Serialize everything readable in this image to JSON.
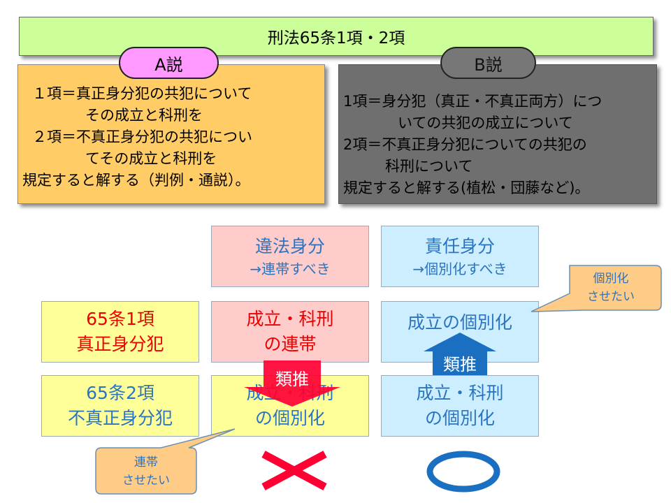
{
  "title": "刑法65条1項・2項",
  "opinion_a": {
    "badge": "A説",
    "lines": [
      "１項＝真正身分犯の共犯について",
      "その成立と科刑を",
      "２項＝不真正身分犯の共犯につい",
      "てその成立と科刑を",
      "規定すると解する（判例・通説）。"
    ]
  },
  "opinion_b": {
    "badge": "B説",
    "lines": [
      "1項＝身分犯（真正・不真正両方）につ",
      "いての共犯の成立について",
      "2項＝不真正身分犯についての共犯の",
      "科刑について",
      "規定すると解する(植松・団藤など)。"
    ]
  },
  "grid": {
    "illegal_status": {
      "main": "違法身分",
      "sub": "→連帯すべき"
    },
    "responsibility_status": {
      "main": "責任身分",
      "sub": "→個別化すべき"
    },
    "art65_1": {
      "line1": "65条1項",
      "line2": "真正身分犯"
    },
    "art65_2": {
      "line1": "65条2項",
      "line2": "不真正身分犯"
    },
    "joint_establishment": {
      "line1": "成立・科刑",
      "line2": "の連帯"
    },
    "individualized_establishment": {
      "line1": "成立の個別化"
    },
    "individualized_both_a": {
      "line1": "成立・科刑",
      "line2": "の個別化"
    },
    "individualized_both_b": {
      "line1": "成立・科刑",
      "line2": "の個別化"
    }
  },
  "arrows": {
    "down_label": "類推",
    "up_label": "類推"
  },
  "callouts": {
    "want_individualize": [
      "個別化",
      "させたい"
    ],
    "want_joint": [
      "連帯",
      "させたい"
    ]
  },
  "marks": {
    "cross": "✕",
    "circle": "〇"
  },
  "colors": {
    "title_bg": "#ccff99",
    "panel_a": "#ffcc66",
    "panel_b": "#6f6f6f",
    "pill_a": "#ff99ff",
    "pink": "#ffcccc",
    "light_blue": "#cceeff",
    "light_yellow": "#ffff99",
    "red_arrow": "#ff0033",
    "blue_arrow": "#1a6fc0",
    "callout": "#ffcc88",
    "text_blue": "#2a74c0",
    "text_red": "#ee0000"
  }
}
